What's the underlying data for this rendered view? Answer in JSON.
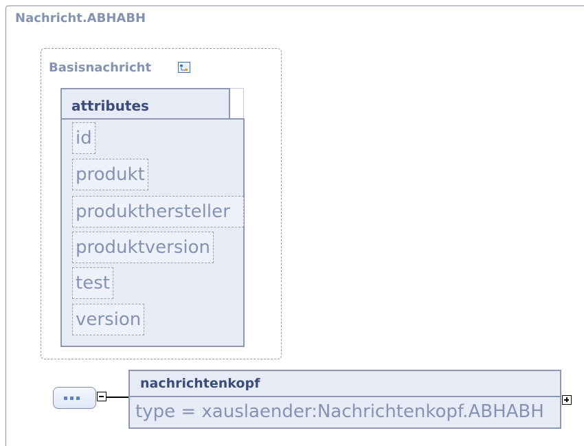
{
  "diagram": {
    "root_element": "Nachricht.ABHABH",
    "base_group": {
      "title": "Basisnachricht",
      "icon": "complex-type-icon",
      "attributes_title": "attributes",
      "attributes": [
        "id",
        "produkt",
        "produkthersteller",
        "produktversion",
        "test",
        "version"
      ]
    },
    "sequence": {
      "icon": "sequence-icon"
    },
    "child_element": {
      "name": "nachrichtenkopf",
      "type_line": "type = xauslaender:Nachrichtenkopf.ABHABH"
    }
  }
}
